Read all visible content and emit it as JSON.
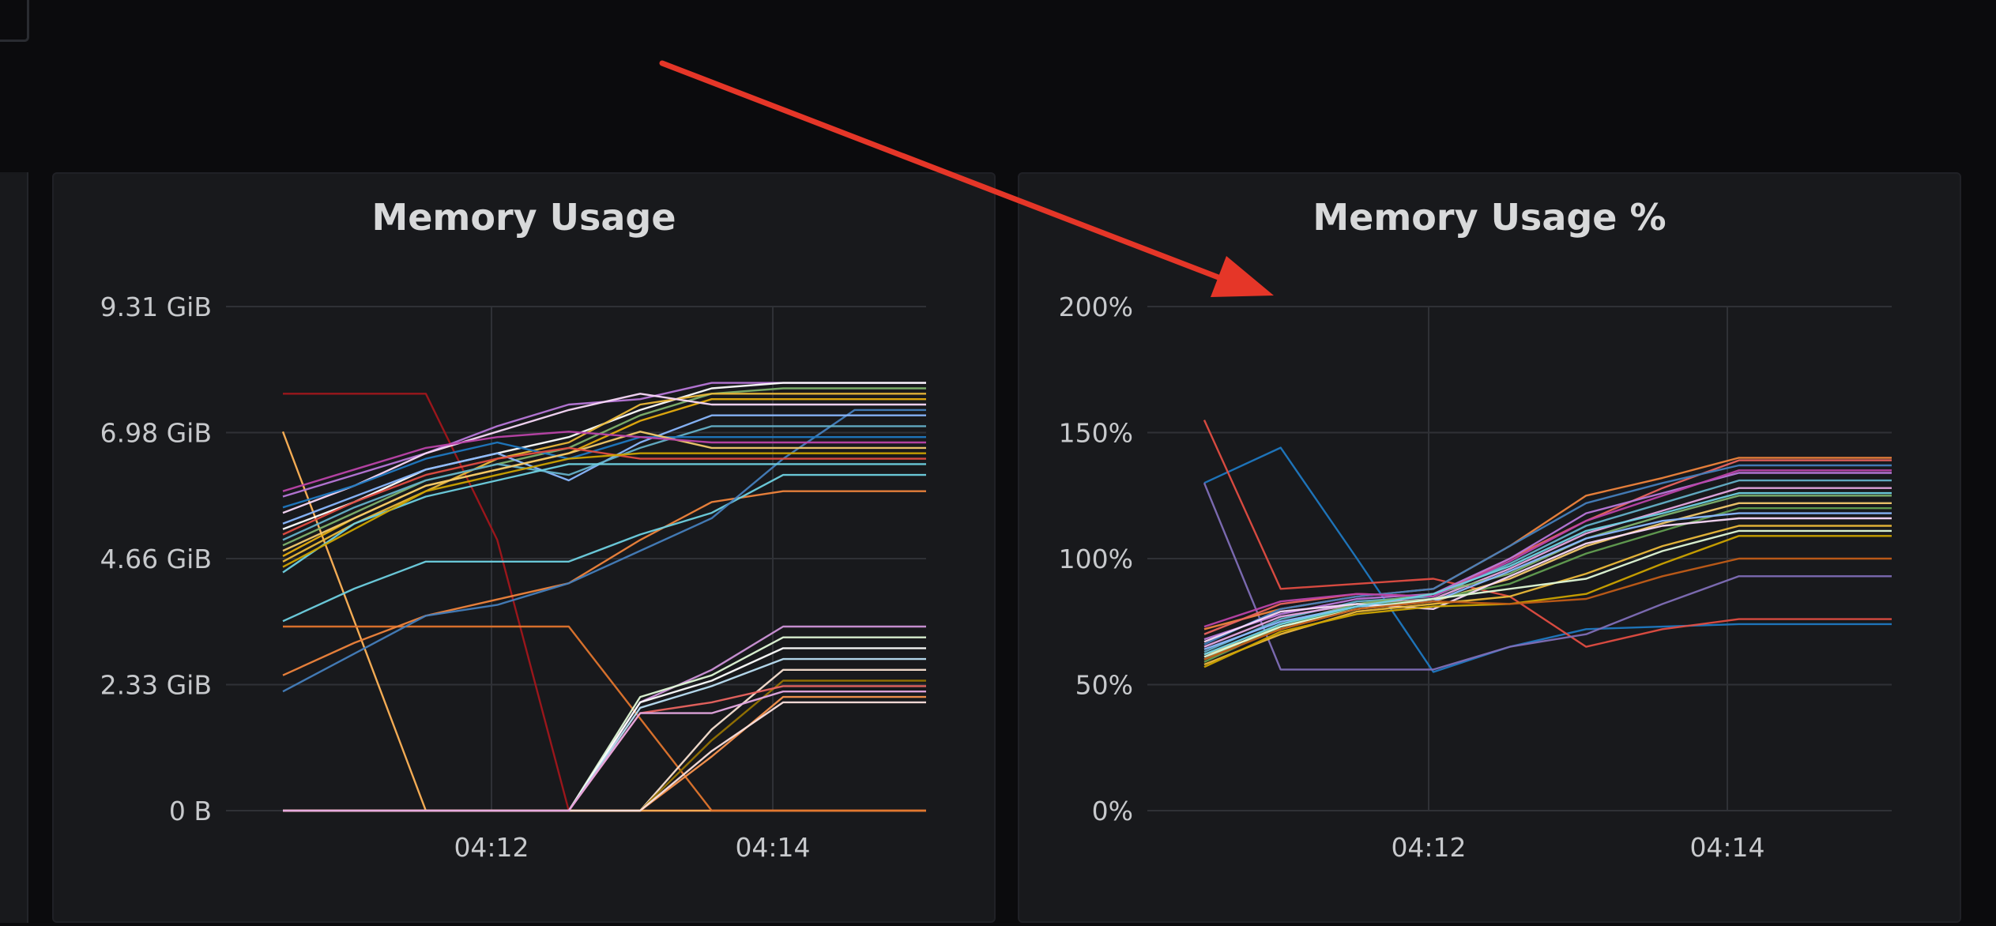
{
  "panels": [
    {
      "title": "Memory Usage",
      "chart_data": {
        "type": "line",
        "title": "Memory Usage",
        "xlabel": "",
        "ylabel": "",
        "y_ticks": [
          "0 B",
          "2.33 GiB",
          "4.66 GiB",
          "6.98 GiB",
          "9.31 GiB"
        ],
        "x_ticks": [
          "04:12",
          "04:14"
        ],
        "ylim": [
          0,
          9.31
        ],
        "grid": true,
        "legend": "none",
        "x": [
          "04:10:30",
          "04:11:00",
          "04:11:30",
          "04:12:00",
          "04:12:30",
          "04:13:00",
          "04:13:30",
          "04:14:00",
          "04:14:30",
          "04:15:00"
        ],
        "series": [
          {
            "color": "#a1161b",
            "values": [
              7.7,
              7.7,
              7.7,
              5.0,
              0.0,
              0.0,
              0.0,
              0.0,
              0.0,
              0.0
            ]
          },
          {
            "color": "#ffb357",
            "values": [
              7.0,
              3.5,
              0.0,
              0.0,
              0.0,
              0.0,
              0.0,
              0.0,
              0.0,
              0.0
            ]
          },
          {
            "color": "#e0752d",
            "values": [
              3.4,
              3.4,
              3.4,
              3.4,
              3.4,
              1.7,
              0.0,
              0.0,
              0.0,
              0.0
            ]
          },
          {
            "color": "#ef843c",
            "values": [
              2.5,
              3.1,
              3.6,
              3.9,
              4.2,
              5.0,
              5.7,
              5.9,
              5.9,
              5.9
            ]
          },
          {
            "color": "#6ed0e0",
            "values": [
              3.5,
              4.1,
              4.6,
              4.6,
              4.6,
              5.1,
              5.5,
              6.2,
              6.2,
              6.2
            ]
          },
          {
            "color": "#447ebc",
            "values": [
              2.2,
              2.9,
              3.6,
              3.8,
              4.2,
              4.8,
              5.4,
              6.5,
              7.4,
              7.4
            ]
          },
          {
            "color": "#b877d9",
            "values": [
              5.8,
              6.2,
              6.6,
              7.1,
              7.5,
              7.6,
              7.9,
              7.9,
              7.9,
              7.9
            ]
          },
          {
            "color": "#ffffff",
            "values": [
              5.2,
              5.7,
              6.3,
              6.6,
              6.9,
              7.4,
              7.8,
              7.9,
              7.9,
              7.9
            ]
          },
          {
            "color": "#7eb26d",
            "values": [
              4.9,
              5.5,
              6.1,
              6.4,
              6.7,
              7.3,
              7.7,
              7.8,
              7.8,
              7.8
            ]
          },
          {
            "color": "#eab839",
            "values": [
              4.6,
              5.3,
              5.9,
              6.5,
              6.8,
              7.5,
              7.7,
              7.7,
              7.7,
              7.7
            ]
          },
          {
            "color": "#e5ac0e",
            "values": [
              4.7,
              5.4,
              6.0,
              6.3,
              6.6,
              7.2,
              7.6,
              7.6,
              7.6,
              7.6
            ]
          },
          {
            "color": "#f9d9f9",
            "values": [
              5.5,
              6.0,
              6.6,
              7.0,
              7.4,
              7.7,
              7.5,
              7.5,
              7.5,
              7.5
            ]
          },
          {
            "color": "#8ab8ff",
            "values": [
              5.3,
              5.8,
              6.3,
              6.6,
              6.1,
              6.8,
              7.3,
              7.3,
              7.3,
              7.3
            ]
          },
          {
            "color": "#64b0c8",
            "values": [
              5.0,
              5.6,
              6.1,
              6.4,
              6.2,
              6.7,
              7.1,
              7.1,
              7.1,
              7.1
            ]
          },
          {
            "color": "#1f78c1",
            "values": [
              5.6,
              6.0,
              6.5,
              6.8,
              6.5,
              6.9,
              6.9,
              6.9,
              6.9,
              6.9
            ]
          },
          {
            "color": "#f2c96d",
            "values": [
              4.8,
              5.4,
              6.0,
              6.3,
              6.6,
              7.0,
              6.7,
              6.7,
              6.7,
              6.7
            ]
          },
          {
            "color": "#ba43a9",
            "values": [
              5.9,
              6.3,
              6.7,
              6.9,
              7.0,
              6.9,
              6.8,
              6.8,
              6.8,
              6.8
            ]
          },
          {
            "color": "#e24d42",
            "values": [
              5.1,
              5.7,
              6.2,
              6.5,
              6.7,
              6.5,
              6.5,
              6.5,
              6.5,
              6.5
            ]
          },
          {
            "color": "#6ed0e0",
            "values": [
              4.4,
              5.3,
              5.8,
              6.1,
              6.4,
              6.4,
              6.4,
              6.4,
              6.4,
              6.4
            ]
          },
          {
            "color": "#cca300",
            "values": [
              4.5,
              5.2,
              5.9,
              6.2,
              6.5,
              6.6,
              6.6,
              6.6,
              6.6,
              6.6
            ]
          },
          {
            "color": "#ce93d8",
            "values": [
              0.0,
              0.0,
              0.0,
              0.0,
              0.0,
              2.0,
              2.6,
              3.4,
              3.4,
              3.4
            ]
          },
          {
            "color": "#e0f9d7",
            "values": [
              0.0,
              0.0,
              0.0,
              0.0,
              0.0,
              2.1,
              2.5,
              3.2,
              3.2,
              3.2
            ]
          },
          {
            "color": "#ffffff",
            "values": [
              0.0,
              0.0,
              0.0,
              0.0,
              0.0,
              2.0,
              2.4,
              3.0,
              3.0,
              3.0
            ]
          },
          {
            "color": "#badff4",
            "values": [
              0.0,
              0.0,
              0.0,
              0.0,
              0.0,
              1.9,
              2.3,
              2.8,
              2.8,
              2.8
            ]
          },
          {
            "color": "#f9e2d2",
            "values": [
              0.0,
              0.0,
              0.0,
              0.0,
              0.0,
              0.0,
              1.5,
              2.6,
              2.6,
              2.6
            ]
          },
          {
            "color": "#967302",
            "values": [
              0.0,
              0.0,
              0.0,
              0.0,
              0.0,
              0.0,
              1.3,
              2.4,
              2.4,
              2.4
            ]
          },
          {
            "color": "#ea6460",
            "values": [
              0.0,
              0.0,
              0.0,
              0.0,
              0.0,
              1.8,
              2.0,
              2.3,
              2.3,
              2.3
            ]
          },
          {
            "color": "#f9934e",
            "values": [
              0.0,
              0.0,
              0.0,
              0.0,
              0.0,
              0.0,
              1.0,
              2.1,
              2.1,
              2.1
            ]
          },
          {
            "color": "#fce2de",
            "values": [
              0.0,
              0.0,
              0.0,
              0.0,
              0.0,
              0.0,
              1.1,
              2.0,
              2.0,
              2.0
            ]
          },
          {
            "color": "#e5a8e2",
            "values": [
              0.0,
              0.0,
              0.0,
              0.0,
              0.0,
              1.8,
              1.8,
              2.2,
              2.2,
              2.2
            ]
          }
        ]
      }
    },
    {
      "title": "Memory Usage %",
      "chart_data": {
        "type": "line",
        "title": "Memory Usage %",
        "xlabel": "",
        "ylabel": "",
        "y_ticks": [
          "0%",
          "50%",
          "100%",
          "150%",
          "200%"
        ],
        "x_ticks": [
          "04:12",
          "04:14"
        ],
        "ylim": [
          0,
          200
        ],
        "grid": true,
        "legend": "none",
        "x": [
          "04:10:30",
          "04:11:00",
          "04:11:30",
          "04:12:00",
          "04:12:30",
          "04:13:00",
          "04:13:30",
          "04:14:00",
          "04:14:30",
          "04:15:00"
        ],
        "series": [
          {
            "color": "#1f78c1",
            "values": [
              130,
              144,
              100,
              55,
              65,
              72,
              73,
              74,
              74,
              74
            ]
          },
          {
            "color": "#e24d42",
            "values": [
              155,
              88,
              90,
              92,
              85,
              65,
              72,
              76,
              76,
              76
            ]
          },
          {
            "color": "#806eb7",
            "values": [
              130,
              56,
              56,
              56,
              65,
              70,
              82,
              93,
              93,
              93
            ]
          },
          {
            "color": "#ef843c",
            "values": [
              72,
              80,
              85,
              88,
              105,
              125,
              132,
              140,
              140,
              140
            ]
          },
          {
            "color": "#ea6460",
            "values": [
              70,
              82,
              86,
              85,
              100,
              115,
              128,
              139,
              139,
              139
            ]
          },
          {
            "color": "#447ebc",
            "values": [
              66,
              80,
              85,
              88,
              105,
              122,
              130,
              137,
              137,
              137
            ]
          },
          {
            "color": "#b877d9",
            "values": [
              68,
              78,
              84,
              86,
              100,
              118,
              126,
              134,
              134,
              134
            ]
          },
          {
            "color": "#64b0c8",
            "values": [
              63,
              76,
              83,
              85,
              98,
              113,
              122,
              131,
              131,
              131
            ]
          },
          {
            "color": "#e5a8e2",
            "values": [
              65,
              77,
              82,
              84,
              96,
              110,
              119,
              128,
              128,
              128
            ]
          },
          {
            "color": "#7eb26d",
            "values": [
              60,
              74,
              82,
              86,
              94,
              108,
              117,
              125,
              125,
              125
            ]
          },
          {
            "color": "#f2c96d",
            "values": [
              62,
              72,
              80,
              83,
              92,
              105,
              114,
              122,
              122,
              122
            ]
          },
          {
            "color": "#629e51",
            "values": [
              59,
              73,
              81,
              84,
              90,
              102,
              111,
              120,
              120,
              120
            ]
          },
          {
            "color": "#8ab8ff",
            "values": [
              64,
              75,
              81,
              83,
              95,
              108,
              115,
              118,
              118,
              118
            ]
          },
          {
            "color": "#f9d9f9",
            "values": [
              67,
              79,
              82,
              80,
              93,
              106,
              113,
              116,
              116,
              116
            ]
          },
          {
            "color": "#eab839",
            "values": [
              58,
              70,
              79,
              82,
              85,
              94,
              105,
              113,
              113,
              113
            ]
          },
          {
            "color": "#e0f9d7",
            "values": [
              61,
              73,
              80,
              84,
              88,
              92,
              103,
              111,
              111,
              111
            ]
          },
          {
            "color": "#cca300",
            "values": [
              57,
              71,
              78,
              81,
              82,
              86,
              98,
              109,
              109,
              109
            ]
          },
          {
            "color": "#ba43a9",
            "values": [
              73,
              83,
              86,
              85,
              99,
              115,
              125,
              135,
              135,
              135
            ]
          },
          {
            "color": "#c15c17",
            "values": [
              60,
              72,
              80,
              83,
              82,
              84,
              93,
              100,
              100,
              100
            ]
          },
          {
            "color": "#6ed0e0",
            "values": [
              62,
              74,
              81,
              86,
              97,
              111,
              118,
              126,
              126,
              126
            ]
          }
        ]
      }
    }
  ],
  "annotation": {
    "color": "#e53628"
  }
}
